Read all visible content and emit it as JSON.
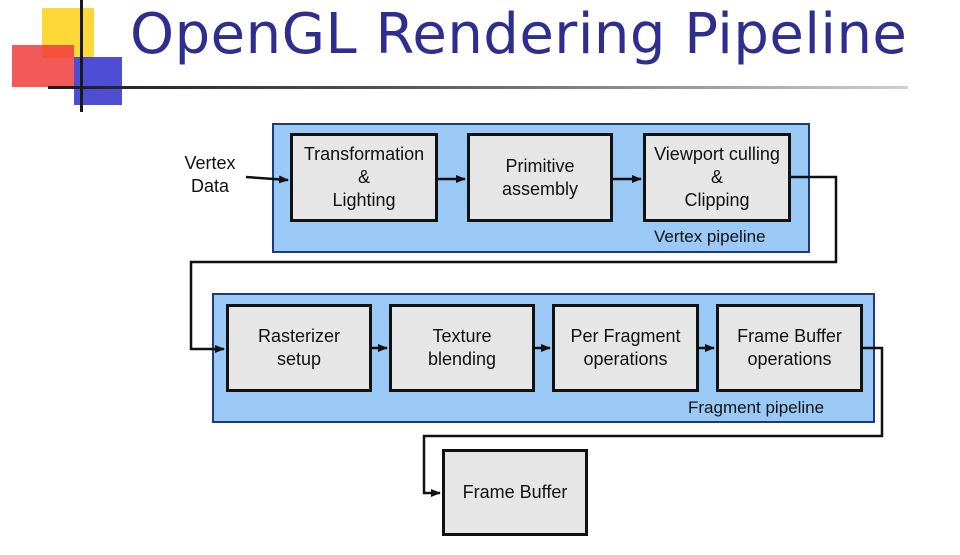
{
  "title": "OpenGL Rendering Pipeline",
  "input": "Vertex\nData",
  "vertex_pipeline": {
    "label": "Vertex pipeline",
    "stages": [
      "Transformation\n&\nLighting",
      "Primitive\nassembly",
      "Viewport culling\n&\nClipping"
    ]
  },
  "fragment_pipeline": {
    "label": "Fragment pipeline",
    "stages": [
      "Rasterizer\nsetup",
      "Texture\nblending",
      "Per Fragment\noperations",
      "Frame Buffer\noperations"
    ]
  },
  "output": "Frame Buffer",
  "colors": {
    "title": "#2e2e8f",
    "pipeline_fill": "#9ac9f6",
    "stage_fill": "#e6e6e6"
  }
}
